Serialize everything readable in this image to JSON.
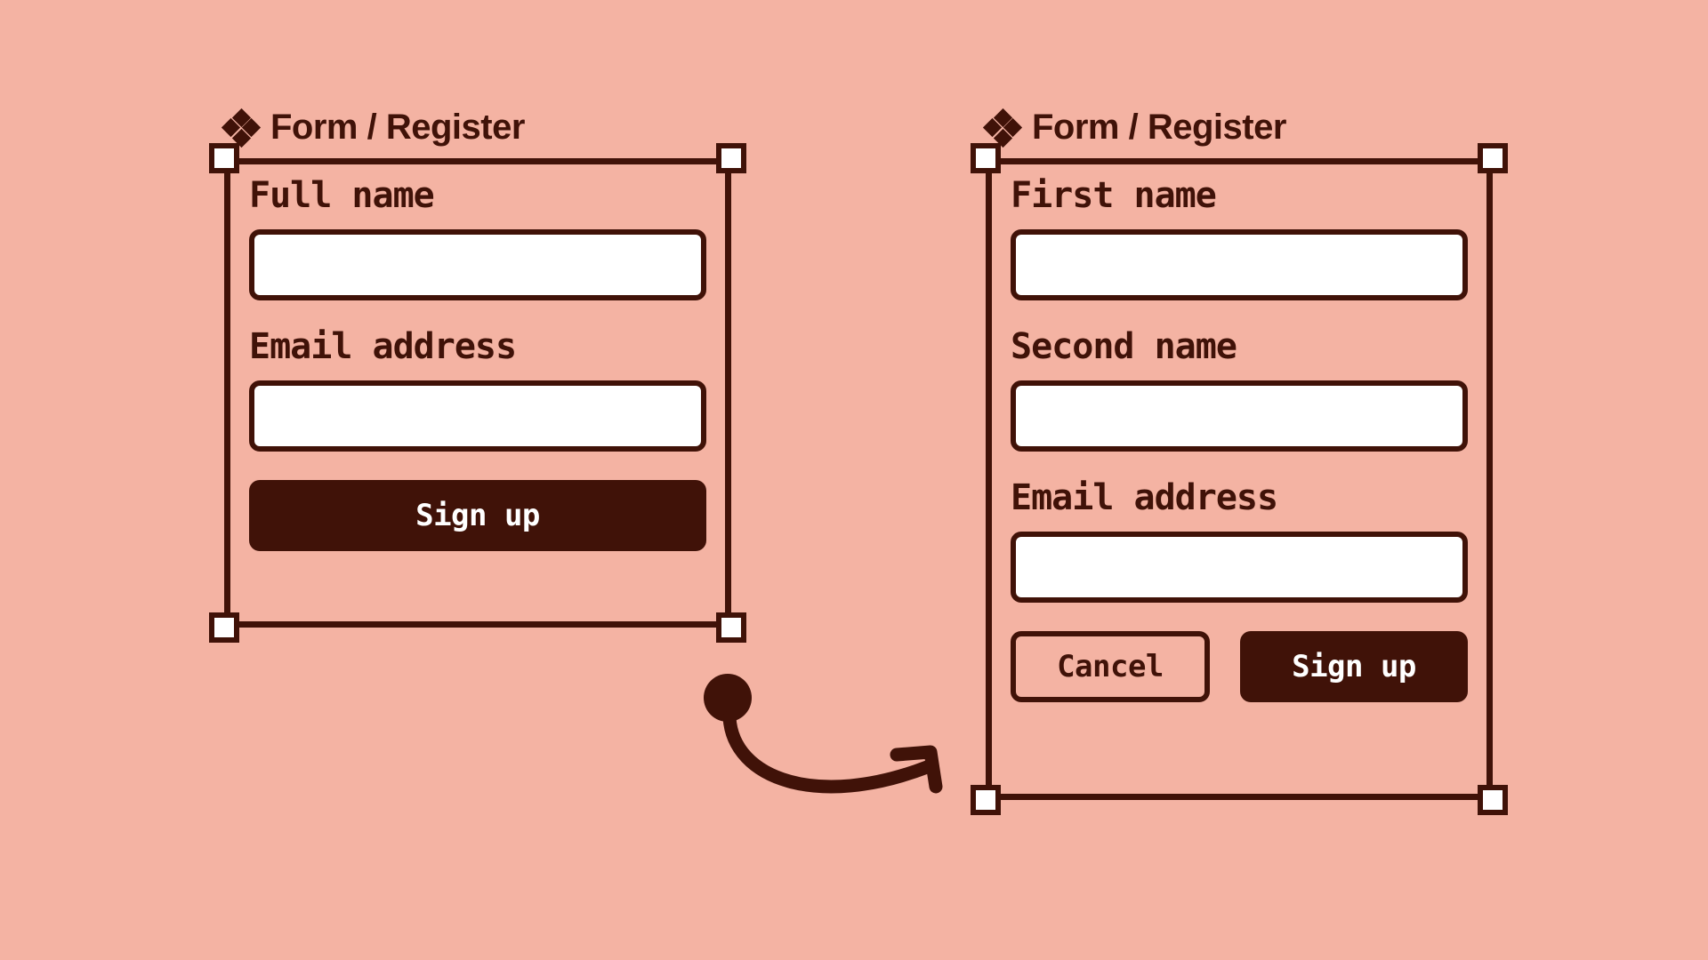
{
  "canvas": {
    "background_color": "#f4b3a3",
    "ink_color": "#401208",
    "surface_color": "#ffffff"
  },
  "frames": [
    {
      "id": "frame-before",
      "title": "Form / Register",
      "icon": "component-icon",
      "fields": [
        {
          "label": "Full name",
          "value": "",
          "placeholder": ""
        },
        {
          "label": "Email address",
          "value": "",
          "placeholder": ""
        }
      ],
      "buttons": [
        {
          "label": "Sign up",
          "style": "primary"
        }
      ]
    },
    {
      "id": "frame-after",
      "title": "Form / Register",
      "icon": "component-icon",
      "fields": [
        {
          "label": "First name",
          "value": "",
          "placeholder": ""
        },
        {
          "label": "Second name",
          "value": "",
          "placeholder": ""
        },
        {
          "label": "Email address",
          "value": "",
          "placeholder": ""
        }
      ],
      "buttons": [
        {
          "label": "Cancel",
          "style": "secondary"
        },
        {
          "label": "Sign up",
          "style": "primary"
        }
      ]
    }
  ],
  "annotation": {
    "name": "curved-arrow",
    "description": "curved arrow pointing from the first form to the second form"
  }
}
